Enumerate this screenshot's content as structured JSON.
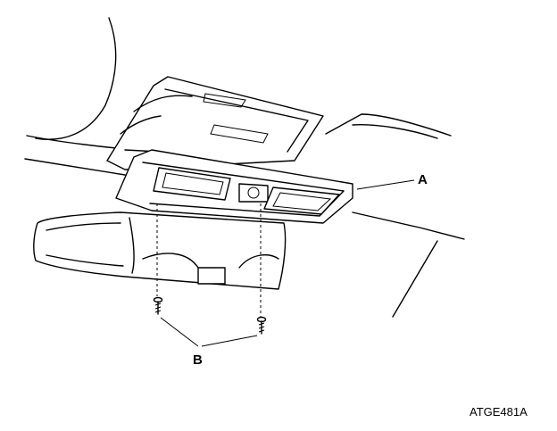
{
  "callouts": {
    "a": "A",
    "b": "B"
  },
  "figure_code": "ATGE481A"
}
